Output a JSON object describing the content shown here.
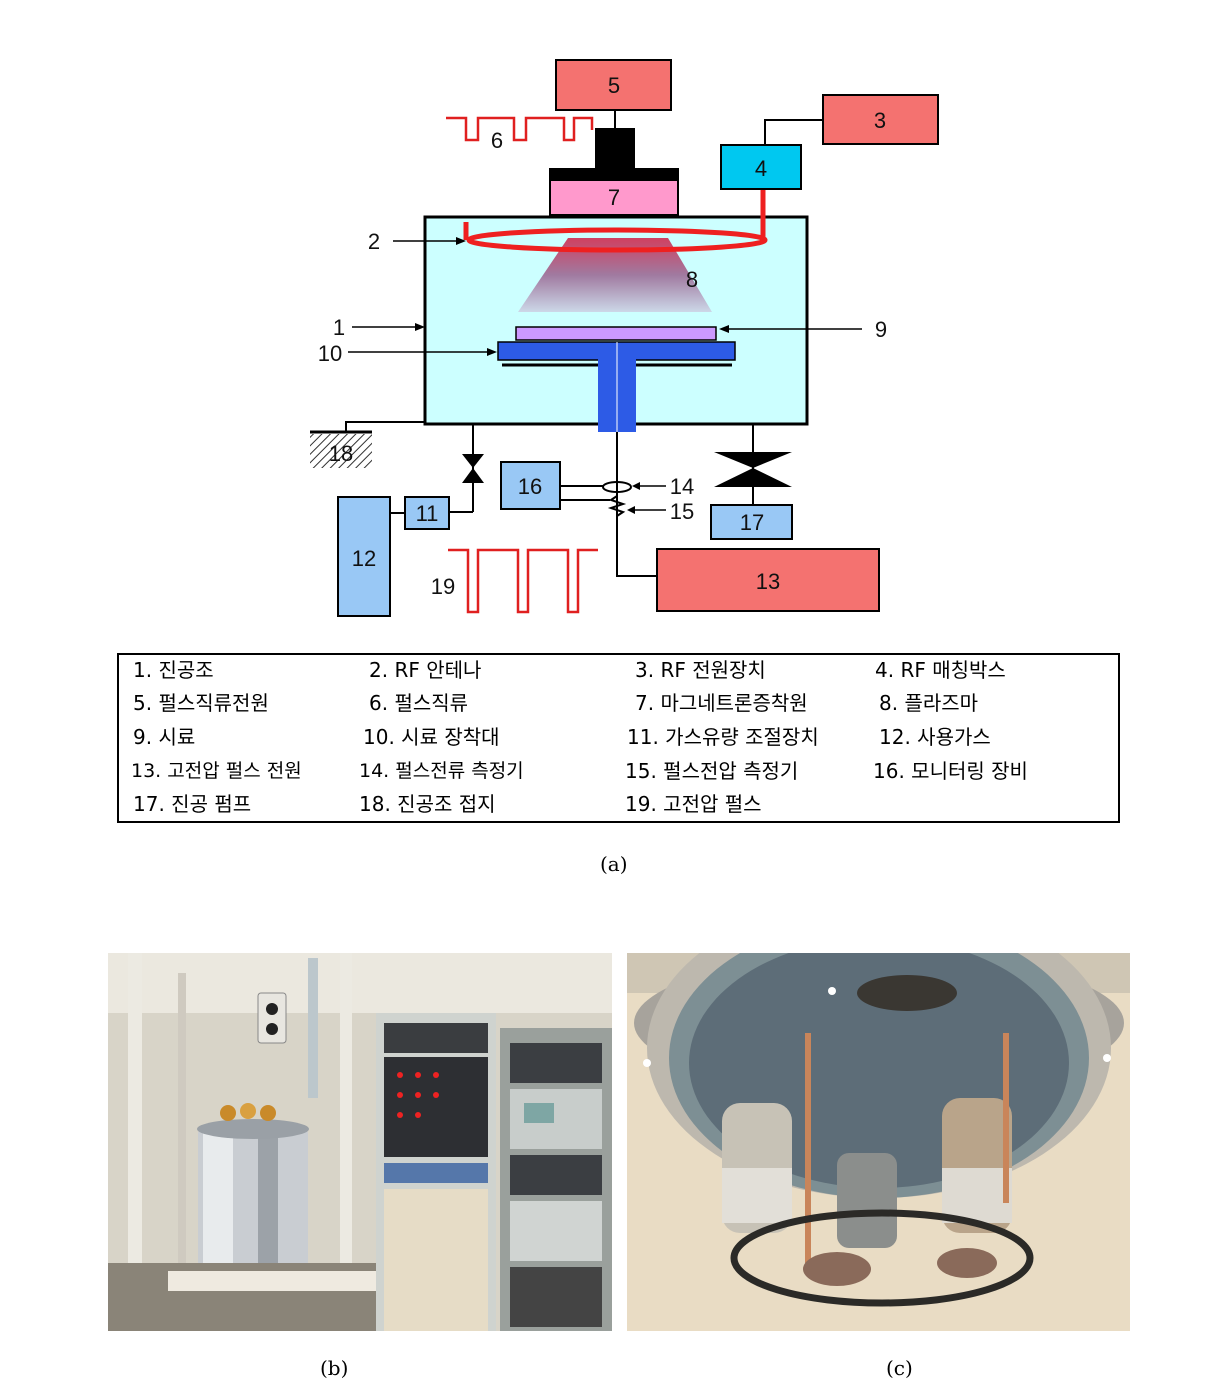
{
  "diagram": {
    "box_labels": {
      "b5": "5",
      "b3": "3",
      "b4": "4",
      "b7": "7",
      "b16": "16",
      "b17": "17",
      "b11": "11",
      "b12": "12",
      "b13": "13"
    },
    "labels": {
      "l6": "6",
      "l2": "2",
      "l8": "8",
      "l1": "1",
      "l10": "10",
      "l9": "9",
      "l18": "18",
      "l14": "14",
      "l15": "15",
      "l19": "19"
    }
  },
  "legend": {
    "items": [
      "1. 진공조",
      "2. RF 안테나",
      "3. RF 전원장치",
      "4. RF 매칭박스",
      "5. 펄스직류전원",
      "6. 펄스직류",
      "7. 마그네트론증착원",
      "8. 플라즈마",
      "9. 시료",
      "10. 시료 장착대",
      "11. 가스유량 조절장치",
      "12. 사용가스",
      "13. 고전압 펄스 전원",
      "14. 펄스전류 측정기",
      "15. 펄스전압 측정기",
      "16. 모니터링 장비",
      "17. 진공 펌프",
      "18. 진공조 접지",
      "19. 고전압 펄스"
    ]
  },
  "captions": {
    "a": "(a)",
    "b": "(b)",
    "c": "(c)"
  },
  "colors": {
    "red_box": "#f47270",
    "cyan_box": "#00c8f0",
    "blue_box": "#99c8f5",
    "chamber": "#ccffff",
    "antenna": "#ee2020",
    "holder": "#2d5be6",
    "sample": "#cc99ff",
    "magnetron": "#ff99cc"
  }
}
